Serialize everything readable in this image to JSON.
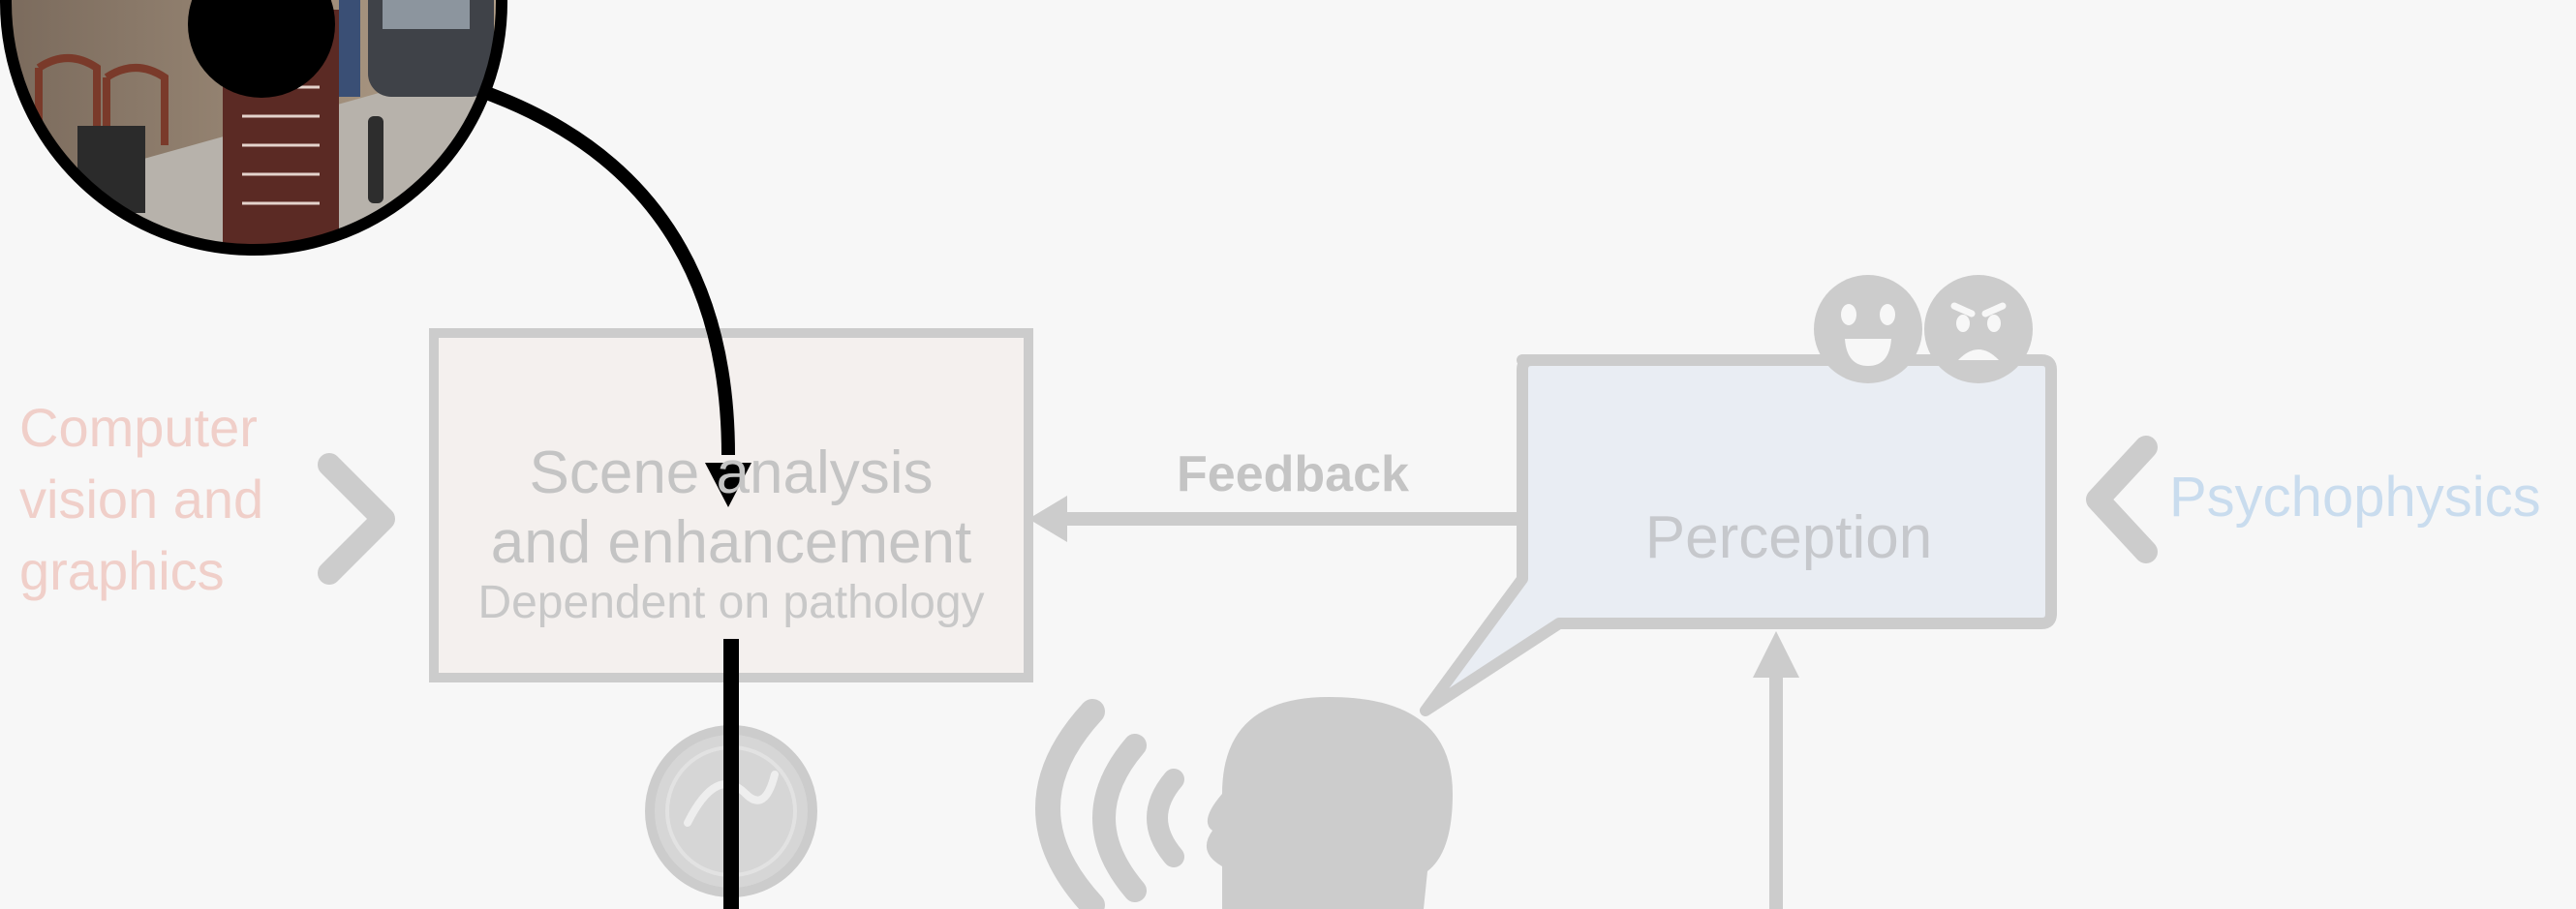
{
  "labels": {
    "computer_vision": [
      "Computer",
      "vision and",
      "graphics"
    ],
    "scene_title": [
      "Scene analysis",
      "and enhancement"
    ],
    "scene_subtitle": "Dependent on pathology",
    "feedback": "Feedback",
    "perception": "Perception",
    "psychophysics": "Psychophysics"
  },
  "colors": {
    "background": "#f7f7f7",
    "muted_gray": "#cccccc",
    "scene_box_fill": "#f4f0ee",
    "perception_fill": "#e9edf3",
    "computer_vision_text": "#f0cfc9",
    "psychophysics_text": "#c9dcee",
    "highlight_path": "#000000"
  },
  "icons": {
    "scene_photo": "street-cafe-photo-icon",
    "face_happy": "smiling-face-icon",
    "face_sad": "frowning-face-icon",
    "speaker": "speaking-head-icon",
    "sound_waves": "sound-waves-icon",
    "badge": "round-logo-badge-icon"
  }
}
